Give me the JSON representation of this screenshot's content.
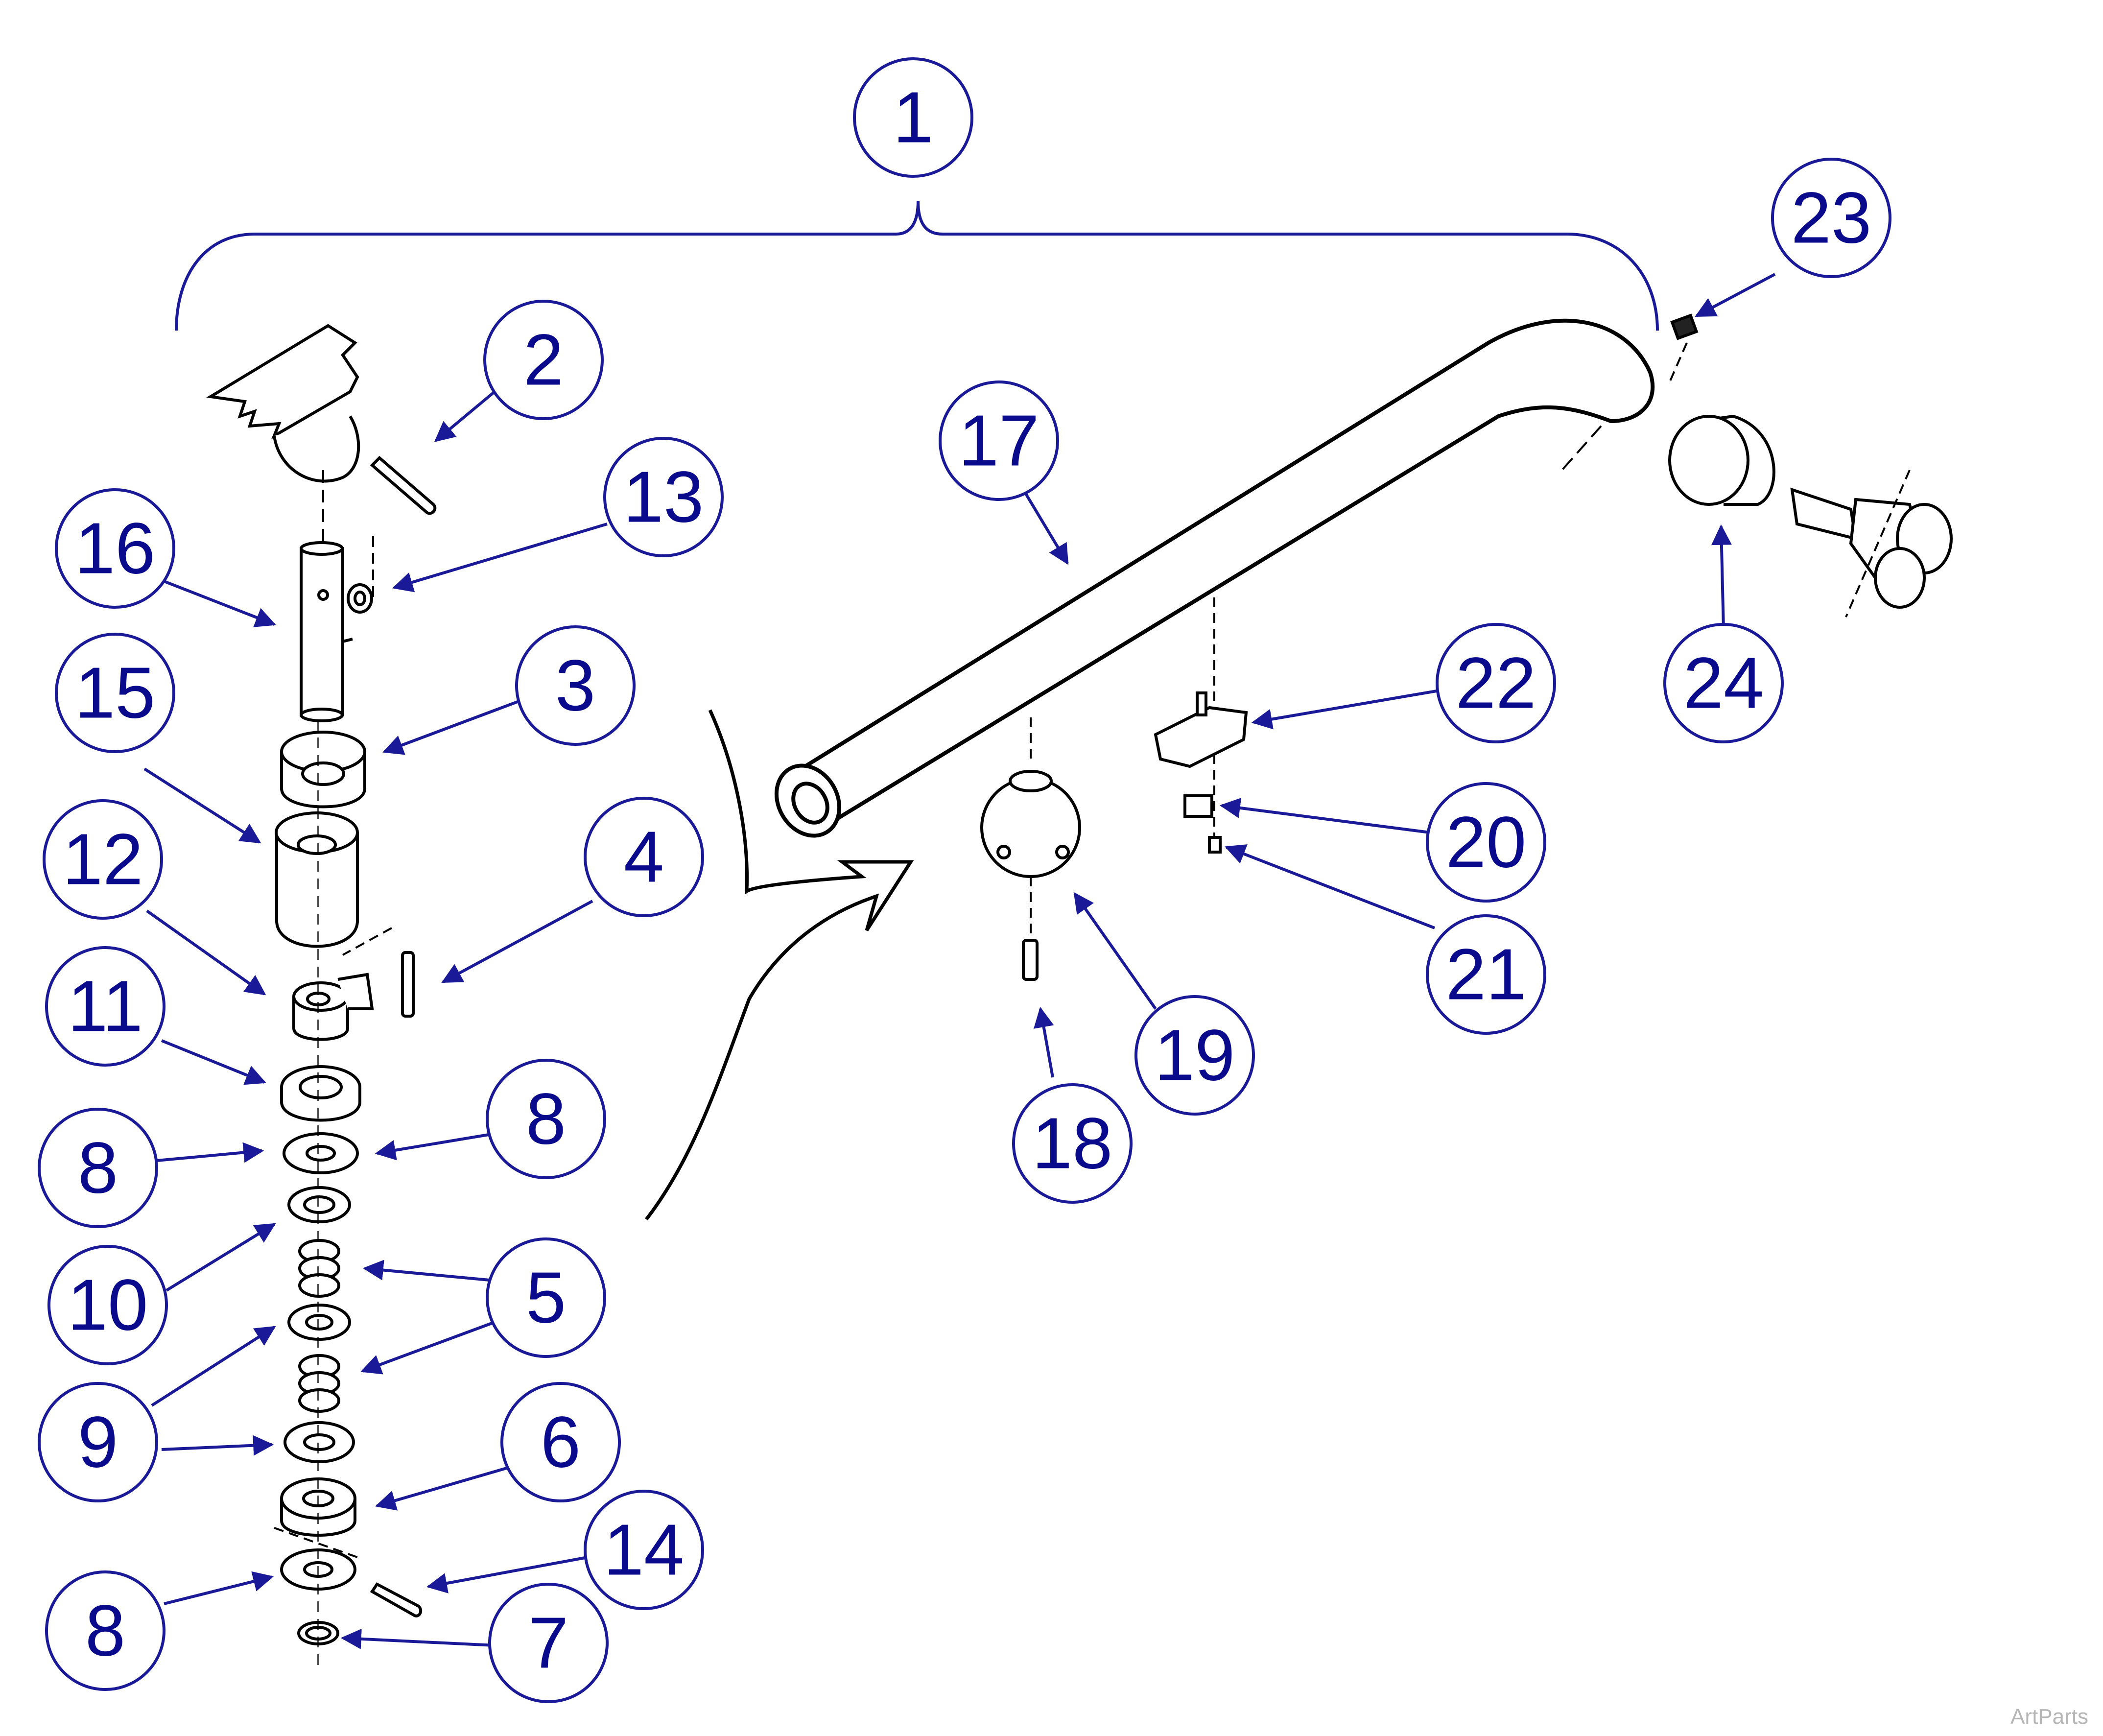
{
  "diagram": {
    "watermark": "ArtParts",
    "colors": {
      "callout": "#1a1a99",
      "line": "#000000",
      "part_fill": "#ffffff"
    },
    "balloons": [
      {
        "id": "b1",
        "label": "1"
      },
      {
        "id": "b2",
        "label": "2"
      },
      {
        "id": "b3",
        "label": "3"
      },
      {
        "id": "b4",
        "label": "4"
      },
      {
        "id": "b5",
        "label": "5"
      },
      {
        "id": "b6",
        "label": "6"
      },
      {
        "id": "b7",
        "label": "7"
      },
      {
        "id": "b8a",
        "label": "8"
      },
      {
        "id": "b8b",
        "label": "8"
      },
      {
        "id": "b8c",
        "label": "8"
      },
      {
        "id": "b9",
        "label": "9"
      },
      {
        "id": "b10",
        "label": "10"
      },
      {
        "id": "b11",
        "label": "11"
      },
      {
        "id": "b12",
        "label": "12"
      },
      {
        "id": "b13",
        "label": "13"
      },
      {
        "id": "b14",
        "label": "14"
      },
      {
        "id": "b15",
        "label": "15"
      },
      {
        "id": "b16",
        "label": "16"
      },
      {
        "id": "b17",
        "label": "17"
      },
      {
        "id": "b18",
        "label": "18"
      },
      {
        "id": "b19",
        "label": "19"
      },
      {
        "id": "b20",
        "label": "20"
      },
      {
        "id": "b21",
        "label": "21"
      },
      {
        "id": "b22",
        "label": "22"
      },
      {
        "id": "b23",
        "label": "23"
      },
      {
        "id": "b24",
        "label": "24"
      }
    ]
  }
}
